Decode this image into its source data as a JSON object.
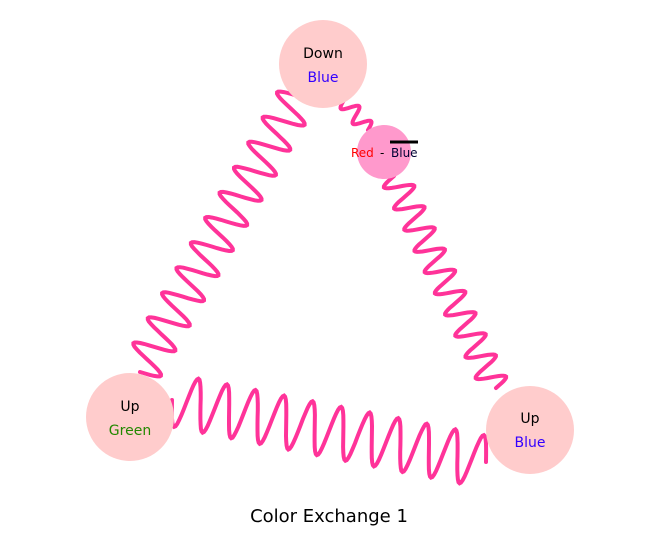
{
  "title": "Color Exchange 1",
  "nodes": {
    "top": {
      "line1": "Down",
      "line2": "Blue"
    },
    "left": {
      "line1": "Up",
      "line2": "Green"
    },
    "right": {
      "line1": "Up",
      "line2": "Blue"
    },
    "exchange": {
      "color": "Red",
      "separator": "-",
      "anticolor": "Blue"
    }
  },
  "colors": {
    "spring": "#ff3399",
    "node": "#ffcccc",
    "exchange": "#ff99cc",
    "blue": "#3300ff",
    "green": "#228800",
    "red": "#ff0000"
  }
}
